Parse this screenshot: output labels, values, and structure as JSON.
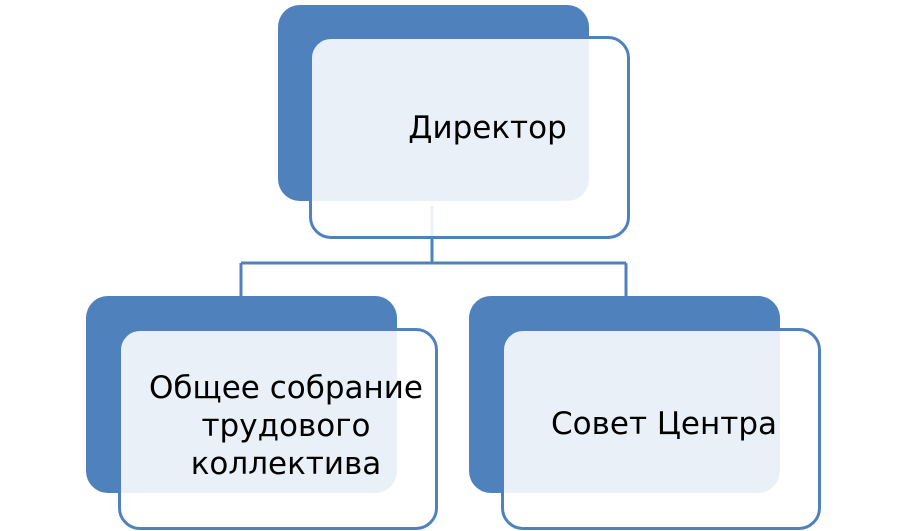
{
  "diagram": {
    "colors": {
      "accent": "#4f81bd",
      "line": "#4f81bd",
      "card_fill": "#ffffff",
      "text": "#000000"
    },
    "nodes": {
      "director": {
        "label": "Директор"
      },
      "assembly": {
        "label": "Общее собрание\nтрудового\nколлектива"
      },
      "council": {
        "label": "Совет Центра"
      }
    }
  }
}
